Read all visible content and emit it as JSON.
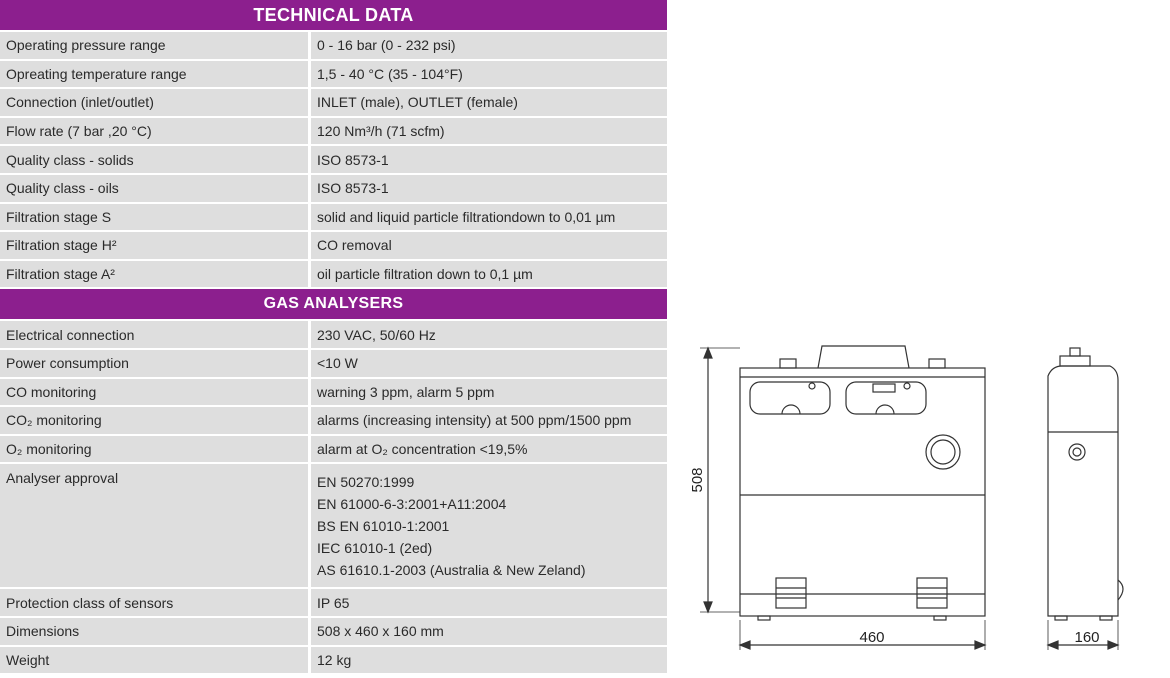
{
  "technical_data": {
    "title": "TECHNICAL DATA",
    "rows": [
      {
        "label": "Operating pressure range",
        "value": "0 - 16 bar (0 - 232 psi)"
      },
      {
        "label": "Opreating temperature range",
        "value": "1,5 - 40 °C (35 - 104°F)"
      },
      {
        "label": "Connection (inlet/outlet)",
        "value": "INLET (male), OUTLET (female)"
      },
      {
        "label": "Flow rate (7 bar ,20 °C)",
        "value": "120 Nm³/h (71 scfm)"
      },
      {
        "label": "Quality class - solids",
        "value": "ISO 8573-1"
      },
      {
        "label": "Quality class - oils",
        "value": "ISO 8573-1"
      },
      {
        "label": "Filtration stage S",
        "value": "solid and liquid particle filtrationdown to 0,01 µm"
      },
      {
        "label": "Filtration stage H²",
        "value": "CO removal"
      },
      {
        "label": "Filtration stage A²",
        "value": "oil particle filtration down to 0,1 µm"
      }
    ]
  },
  "gas_analysers": {
    "title": "GAS ANALYSERS",
    "rows": [
      {
        "label": "Electrical connection",
        "value": "230 VAC, 50/60 Hz"
      },
      {
        "label": "Power consumption",
        "value": "<10 W"
      },
      {
        "label": "CO monitoring",
        "value": "warning 3 ppm, alarm 5 ppm"
      },
      {
        "label": "CO₂ monitoring",
        "value": "alarms (increasing intensity) at 500 ppm/1500 ppm"
      },
      {
        "label": "O₂ monitoring",
        "value": "alarm at O₂  concentration <19,5%"
      }
    ],
    "approval": {
      "label": "Analyser approval",
      "values": [
        "EN 50270:1999",
        "EN 61000-6-3:2001+A11:2004",
        "BS EN 61010-1:2001",
        "IEC 61010-1 (2ed)",
        "AS 61610.1-2003 (Australia & New Zeland)"
      ]
    },
    "rows_after": [
      {
        "label": "Protection class of sensors",
        "value": "IP 65"
      },
      {
        "label": "Dimensions",
        "value": "508 x 460 x 160 mm"
      },
      {
        "label": "Weight",
        "value": "12 kg"
      }
    ]
  },
  "drawing": {
    "height_label": "508",
    "width_label": "460",
    "depth_label": "160"
  }
}
